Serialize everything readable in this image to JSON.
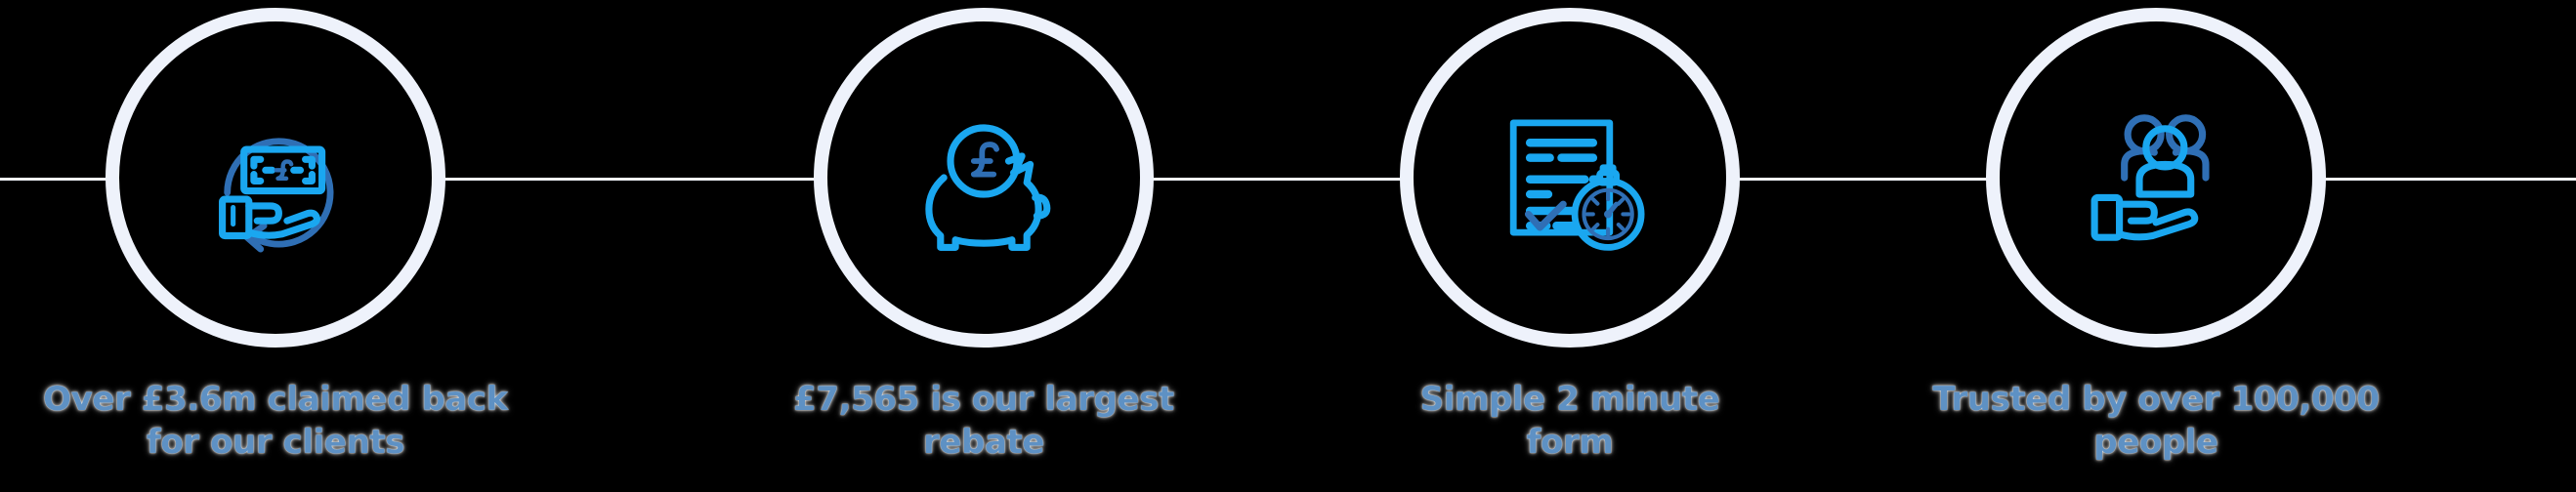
{
  "theme": {
    "background": "#000000",
    "ring_color": "#eef2fb",
    "connector_color": "#f2f5fc",
    "icon_stroke": "#1aa7f0",
    "icon_stroke_dark": "#2f6fb5",
    "caption_color": "#5e91c4"
  },
  "connector": {
    "name": "horizontal-connector-line"
  },
  "steps": [
    {
      "id": "claimed-back",
      "icon": "money-back-hand-icon",
      "caption_line1": "Over £3.6m claimed back",
      "caption_line2": "for our clients"
    },
    {
      "id": "largest-rebate",
      "icon": "piggy-bank-pound-icon",
      "caption_line1": "£7,565 is our largest",
      "caption_line2": "rebate"
    },
    {
      "id": "simple-form",
      "icon": "form-stopwatch-icon",
      "caption_line1": "Simple 2 minute",
      "caption_line2": "form"
    },
    {
      "id": "trusted-people",
      "icon": "hand-holding-people-icon",
      "caption_line1": "Trusted by over 100,000",
      "caption_line2": "people"
    }
  ]
}
